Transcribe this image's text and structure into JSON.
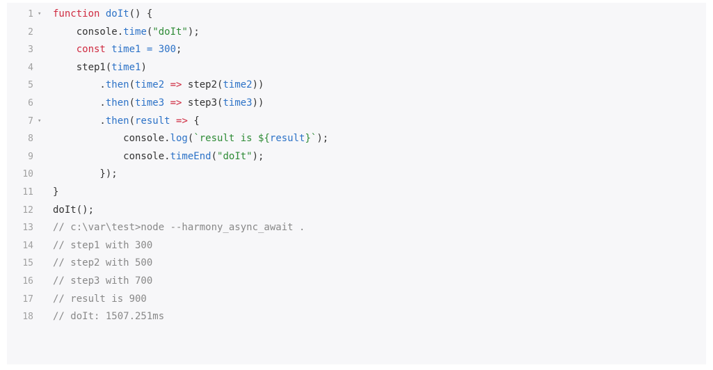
{
  "fold_icon": "▾",
  "lines": [
    {
      "n": "1",
      "fold": true,
      "tokens": [
        {
          "t": "function ",
          "c": "kw"
        },
        {
          "t": "doIt",
          "c": "fn"
        },
        {
          "t": "() {",
          "c": "pl"
        }
      ]
    },
    {
      "n": "2",
      "fold": false,
      "tokens": [
        {
          "t": "    console.",
          "c": "pl"
        },
        {
          "t": "time",
          "c": "fn"
        },
        {
          "t": "(",
          "c": "pl"
        },
        {
          "t": "\"doIt\"",
          "c": "str"
        },
        {
          "t": ");",
          "c": "pl"
        }
      ]
    },
    {
      "n": "3",
      "fold": false,
      "tokens": [
        {
          "t": "    ",
          "c": "pl"
        },
        {
          "t": "const ",
          "c": "kw"
        },
        {
          "t": "time1 = ",
          "c": "fn"
        },
        {
          "t": "300",
          "c": "num"
        },
        {
          "t": ";",
          "c": "pl"
        }
      ]
    },
    {
      "n": "4",
      "fold": false,
      "tokens": [
        {
          "t": "    step1(",
          "c": "pl"
        },
        {
          "t": "time1",
          "c": "fn"
        },
        {
          "t": ")",
          "c": "pl"
        }
      ]
    },
    {
      "n": "5",
      "fold": false,
      "tokens": [
        {
          "t": "        .",
          "c": "pl"
        },
        {
          "t": "then",
          "c": "fn"
        },
        {
          "t": "(",
          "c": "pl"
        },
        {
          "t": "time2",
          "c": "fn"
        },
        {
          "t": " => ",
          "c": "op"
        },
        {
          "t": "step2(",
          "c": "pl"
        },
        {
          "t": "time2",
          "c": "fn"
        },
        {
          "t": "))",
          "c": "pl"
        }
      ]
    },
    {
      "n": "6",
      "fold": false,
      "tokens": [
        {
          "t": "        .",
          "c": "pl"
        },
        {
          "t": "then",
          "c": "fn"
        },
        {
          "t": "(",
          "c": "pl"
        },
        {
          "t": "time3",
          "c": "fn"
        },
        {
          "t": " => ",
          "c": "op"
        },
        {
          "t": "step3(",
          "c": "pl"
        },
        {
          "t": "time3",
          "c": "fn"
        },
        {
          "t": "))",
          "c": "pl"
        }
      ]
    },
    {
      "n": "7",
      "fold": true,
      "tokens": [
        {
          "t": "        .",
          "c": "pl"
        },
        {
          "t": "then",
          "c": "fn"
        },
        {
          "t": "(",
          "c": "pl"
        },
        {
          "t": "result",
          "c": "fn"
        },
        {
          "t": " => ",
          "c": "op"
        },
        {
          "t": "{",
          "c": "pl"
        }
      ]
    },
    {
      "n": "8",
      "fold": false,
      "tokens": [
        {
          "t": "            console.",
          "c": "pl"
        },
        {
          "t": "log",
          "c": "fn"
        },
        {
          "t": "(",
          "c": "pl"
        },
        {
          "t": "`result is ${",
          "c": "str"
        },
        {
          "t": "result",
          "c": "fn"
        },
        {
          "t": "}`",
          "c": "str"
        },
        {
          "t": ");",
          "c": "pl"
        }
      ]
    },
    {
      "n": "9",
      "fold": false,
      "tokens": [
        {
          "t": "            console.",
          "c": "pl"
        },
        {
          "t": "timeEnd",
          "c": "fn"
        },
        {
          "t": "(",
          "c": "pl"
        },
        {
          "t": "\"doIt\"",
          "c": "str"
        },
        {
          "t": ");",
          "c": "pl"
        }
      ]
    },
    {
      "n": "10",
      "fold": false,
      "tokens": [
        {
          "t": "        });",
          "c": "pl"
        }
      ]
    },
    {
      "n": "11",
      "fold": false,
      "tokens": [
        {
          "t": "}",
          "c": "pl"
        }
      ]
    },
    {
      "n": "12",
      "fold": false,
      "tokens": [
        {
          "t": "doIt();",
          "c": "pl"
        }
      ]
    },
    {
      "n": "13",
      "fold": false,
      "tokens": [
        {
          "t": "// c:\\var\\test>node --harmony_async_await .",
          "c": "cm"
        }
      ]
    },
    {
      "n": "14",
      "fold": false,
      "tokens": [
        {
          "t": "// step1 with 300",
          "c": "cm"
        }
      ]
    },
    {
      "n": "15",
      "fold": false,
      "tokens": [
        {
          "t": "// step2 with 500",
          "c": "cm"
        }
      ]
    },
    {
      "n": "16",
      "fold": false,
      "tokens": [
        {
          "t": "// step3 with 700",
          "c": "cm"
        }
      ]
    },
    {
      "n": "17",
      "fold": false,
      "tokens": [
        {
          "t": "// result is 900",
          "c": "cm"
        }
      ]
    },
    {
      "n": "18",
      "fold": false,
      "tokens": [
        {
          "t": "// doIt: 1507.251ms",
          "c": "cm"
        }
      ]
    }
  ]
}
